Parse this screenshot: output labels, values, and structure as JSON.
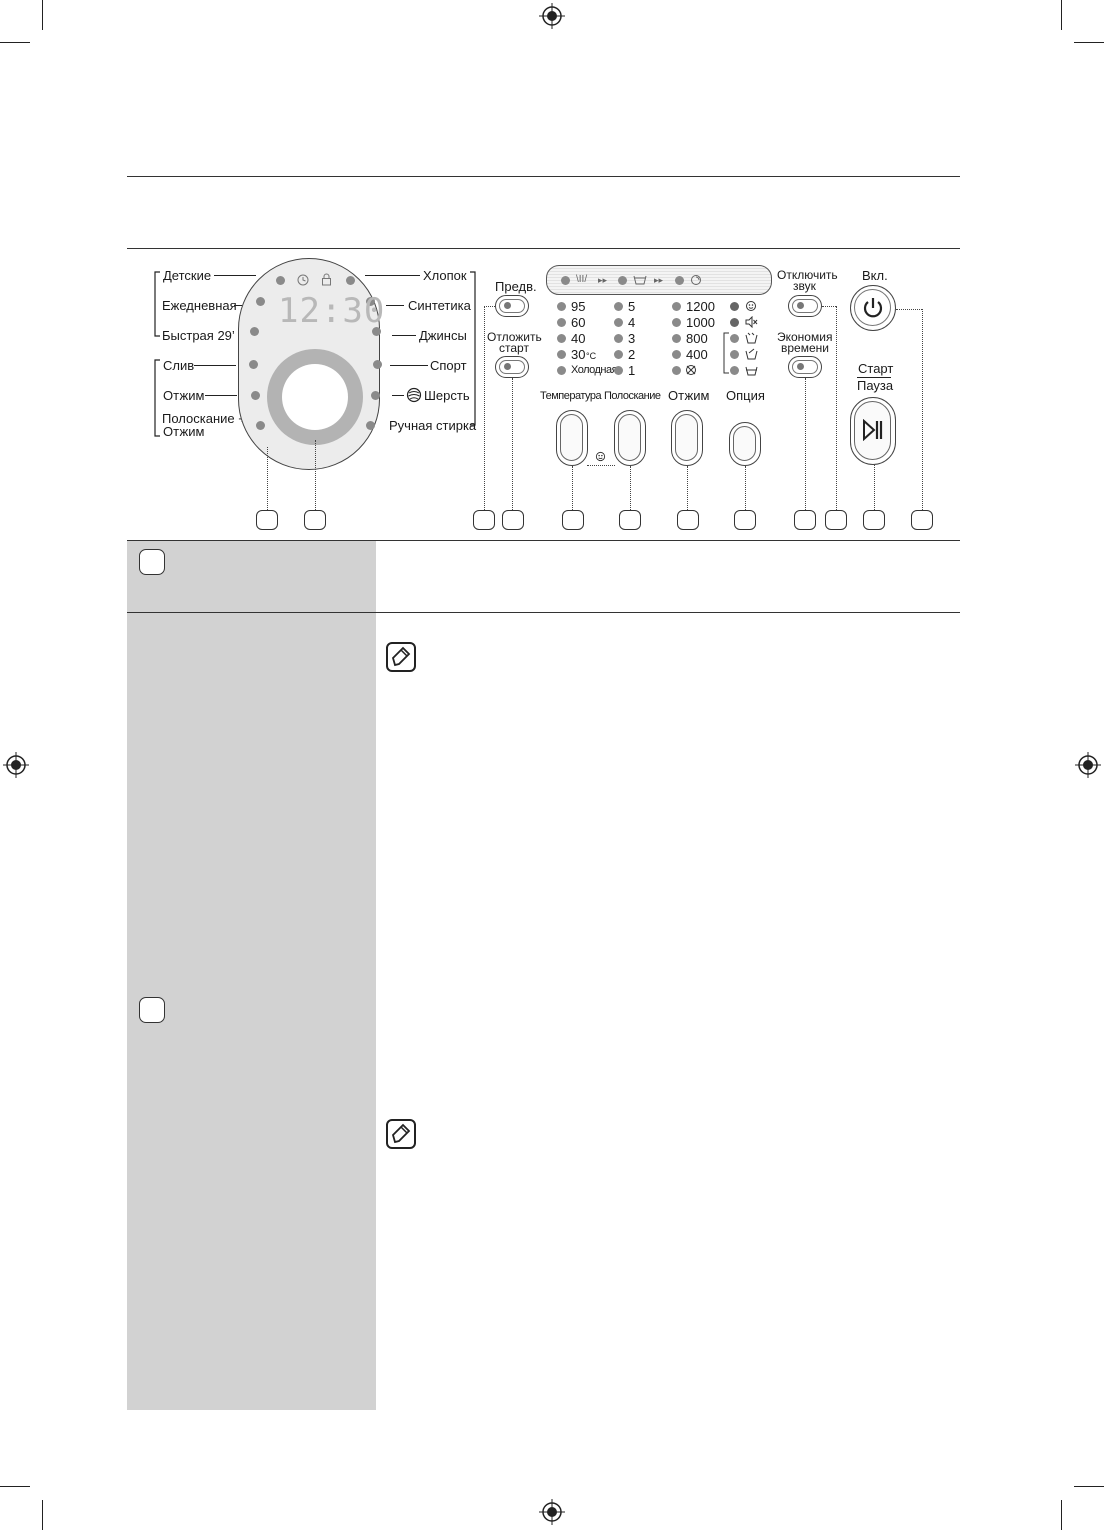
{
  "program_labels_left": [
    "Детские",
    "Ежедневная",
    "Быстрая 29’",
    "Слив",
    "Отжим",
    "Полоскание +",
    "Отжим"
  ],
  "program_labels_right": [
    "Хлопок",
    "Синтетика",
    "Джинсы",
    "Спорт",
    "Шерсть",
    "Ручная стирка"
  ],
  "display": {
    "time": "12:30"
  },
  "buttons": {
    "prewash": "Предв.",
    "delay_start_1": "Отложить",
    "delay_start_2": "старт",
    "sound_off_1": "Отключить",
    "sound_off_2": "звук",
    "eco_time_1": "Экономия",
    "eco_time_2": "времени",
    "power": "Вкл.",
    "start": "Старт",
    "pause": "Пауза",
    "temperature": "Температура",
    "rinse": "Полоскание",
    "spin": "Отжим",
    "option": "Опция"
  },
  "temperature_values": [
    "95",
    "60",
    "40",
    "30",
    "Холодная"
  ],
  "temperature_unit": "°C",
  "rinse_values": [
    "5",
    "4",
    "3",
    "2",
    "1"
  ],
  "spin_values": [
    "1200",
    "1000",
    "800",
    "400"
  ],
  "icons": {
    "timer": "clock-icon",
    "lock": "lock-icon",
    "wool": "wool-icon",
    "power": "power-icon",
    "play_pause": "play-pause-icon",
    "note": "note-icon",
    "registration": "registration-mark-icon"
  }
}
